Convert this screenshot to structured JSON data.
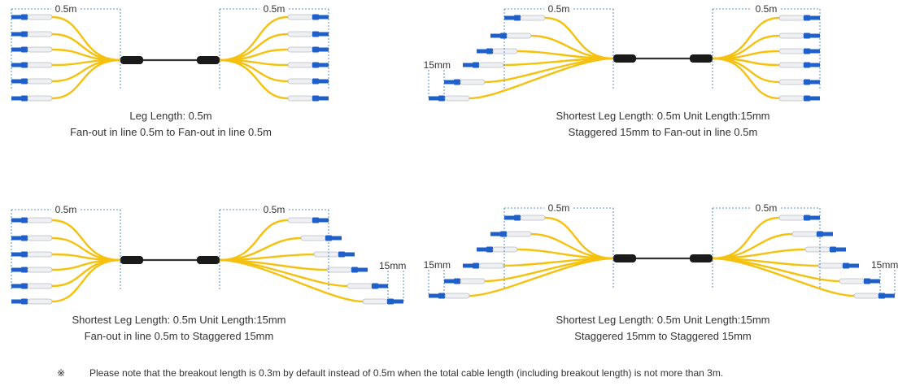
{
  "colors": {
    "fiber": "#f5c10f",
    "trunk": "#333333",
    "boot": "#1a1a1a",
    "connector_body": "#eef0f4",
    "connector_blue": "#1e5fc9",
    "dimension": "#2a6fc1",
    "text": "#333333"
  },
  "diagrams": [
    {
      "left_dimension": "0.5m",
      "right_dimension": "0.5m",
      "left_stagger": "",
      "right_stagger": "",
      "caption_line1": "Leg Length: 0.5m",
      "caption_line2": "Fan-out in line 0.5m to Fan-out in line 0.5m"
    },
    {
      "left_dimension": "0.5m",
      "right_dimension": "0.5m",
      "left_stagger": "15mm",
      "right_stagger": "",
      "caption_line1": "Shortest Leg Length: 0.5m  Unit Length:15mm",
      "caption_line2": "Staggered 15mm to Fan-out in line 0.5m"
    },
    {
      "left_dimension": "0.5m",
      "right_dimension": "0.5m",
      "left_stagger": "",
      "right_stagger": "15mm",
      "caption_line1": "Shortest Leg Length: 0.5m  Unit Length:15mm",
      "caption_line2": "Fan-out in line 0.5m to Staggered 15mm"
    },
    {
      "left_dimension": "0.5m",
      "right_dimension": "0.5m",
      "left_stagger": "15mm",
      "right_stagger": "15mm",
      "caption_line1": "Shortest Leg Length: 0.5m  Unit Length:15mm",
      "caption_line2": "Staggered 15mm to Staggered 15mm"
    }
  ],
  "note": {
    "symbol": "※",
    "text": "Please note that the breakout length is 0.3m by default instead of 0.5m when the total cable length (including breakout length) is not more than 3m."
  }
}
